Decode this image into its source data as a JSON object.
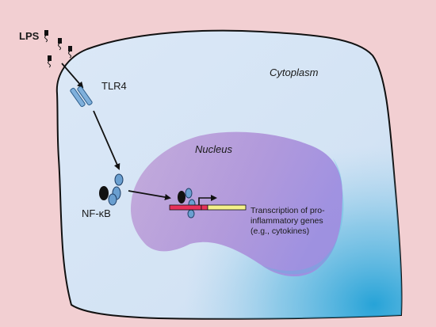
{
  "labels": {
    "lps": "LPS",
    "tlr4": "TLR4",
    "cytoplasm": "Cytoplasm",
    "nucleus": "Nucleus",
    "nfkb": "NF-κB",
    "transcription_line1": "Transcription of pro-",
    "transcription_line2": "inflammatory genes",
    "transcription_line3": "(e.g., cytokines)"
  },
  "colors": {
    "background": "#f2cfd2",
    "cytoplasm": "#d8e6f6",
    "nucleus": "#b79ad8",
    "nucleus_gradient_end": "#3aa8d8",
    "receptor": "#7fb0dc",
    "nfkb_subunit": "#6a9fd0",
    "gene_promoter": "#e8305a",
    "gene_body": "#f4f08a"
  }
}
